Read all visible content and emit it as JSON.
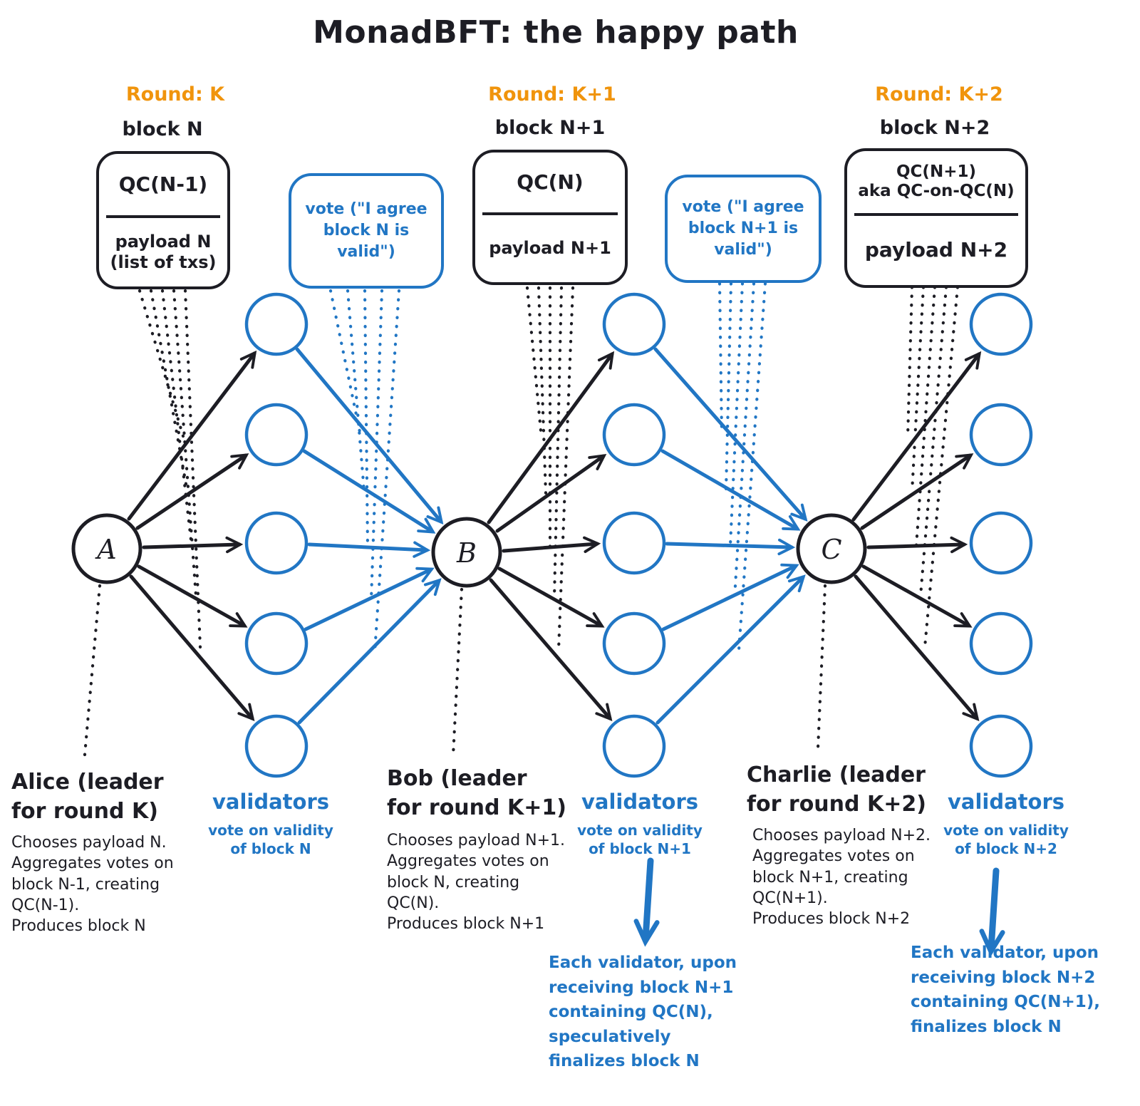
{
  "title": "MonadBFT: the happy path",
  "colors": {
    "ink": "#1d1d24",
    "blue": "#2176c4",
    "orange": "#f0940c",
    "background": "#ffffff"
  },
  "rounds": [
    {
      "label": "Round: K"
    },
    {
      "label": "Round: K+1"
    },
    {
      "label": "Round: K+2"
    }
  ],
  "blocks": [
    {
      "title": "block N",
      "qc_line_1": "QC(N-1)",
      "qc_line_2": "",
      "payload_line_1": "payload N",
      "payload_line_2": "(list of txs)"
    },
    {
      "title": "block N+1",
      "qc_line_1": "QC(N)",
      "qc_line_2": "",
      "payload_line_1": "payload N+1",
      "payload_line_2": ""
    },
    {
      "title": "block N+2",
      "qc_line_1": "QC(N+1)",
      "qc_line_2": "aka QC-on-QC(N)",
      "payload_line_1": "payload N+2",
      "payload_line_2": ""
    }
  ],
  "votes": [
    {
      "text": "vote (\"I agree\nblock N is\nvalid\")"
    },
    {
      "text": "vote (\"I agree\nblock N+1 is\nvalid\")"
    }
  ],
  "leaders": [
    {
      "letter": "A",
      "heading": "Alice (leader\nfor round K)",
      "description": "Chooses payload N.\nAggregates votes on\nblock N-1, creating\nQC(N-1).\nProduces block N"
    },
    {
      "letter": "B",
      "heading": "Bob (leader\nfor round K+1)",
      "description": "Chooses payload N+1.\nAggregates votes on\nblock N, creating\nQC(N).\nProduces block N+1"
    },
    {
      "letter": "C",
      "heading": "Charlie (leader\nfor round K+2)",
      "description": "Chooses payload N+2.\nAggregates votes on\nblock N+1, creating\nQC(N+1).\nProduces block N+2"
    }
  ],
  "validator_groups": [
    {
      "label": "validators",
      "sub": "vote on validity\nof block N"
    },
    {
      "label": "validators",
      "sub": "vote on validity\nof block N+1",
      "note": "Each validator, upon\nreceiving block N+1\ncontaining QC(N),\nspeculatively\nfinalizes block N"
    },
    {
      "label": "validators",
      "sub": "vote on validity\nof block N+2",
      "note": "Each validator, upon\nreceiving block N+2\ncontaining QC(N+1),\nfinalizes block N"
    }
  ]
}
